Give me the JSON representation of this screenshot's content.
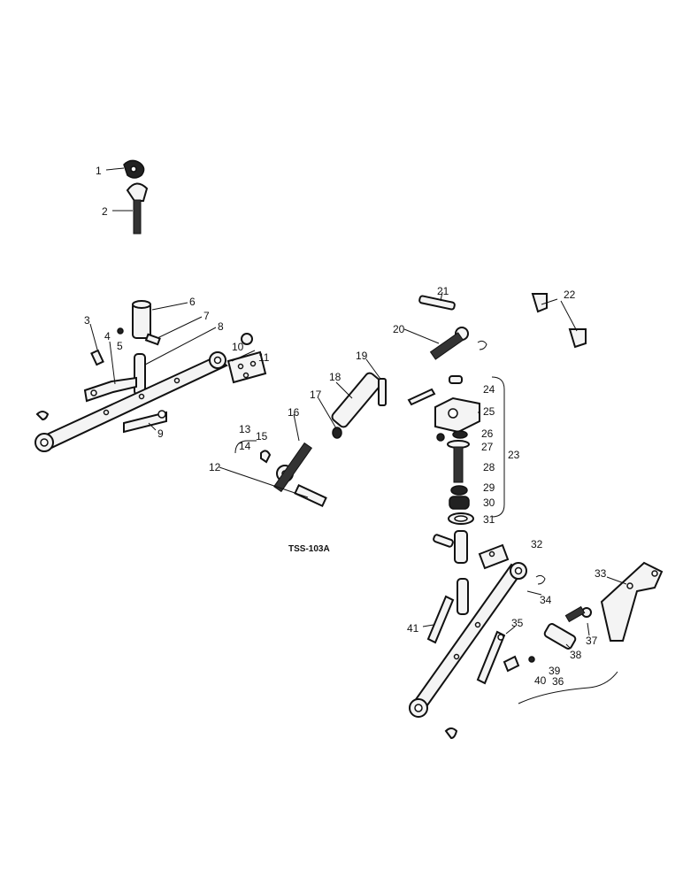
{
  "drawing_ref": "TSS-103A",
  "callouts": [
    "1",
    "2",
    "3",
    "4",
    "5",
    "6",
    "7",
    "8",
    "9",
    "10",
    "11",
    "12",
    "13",
    "14",
    "15",
    "16",
    "17",
    "18",
    "19",
    "20",
    "21",
    "22",
    "23",
    "24",
    "25",
    "26",
    "27",
    "28",
    "29",
    "30",
    "31",
    "32",
    "33",
    "34",
    "35",
    "36",
    "37",
    "38",
    "39",
    "40",
    "41"
  ]
}
